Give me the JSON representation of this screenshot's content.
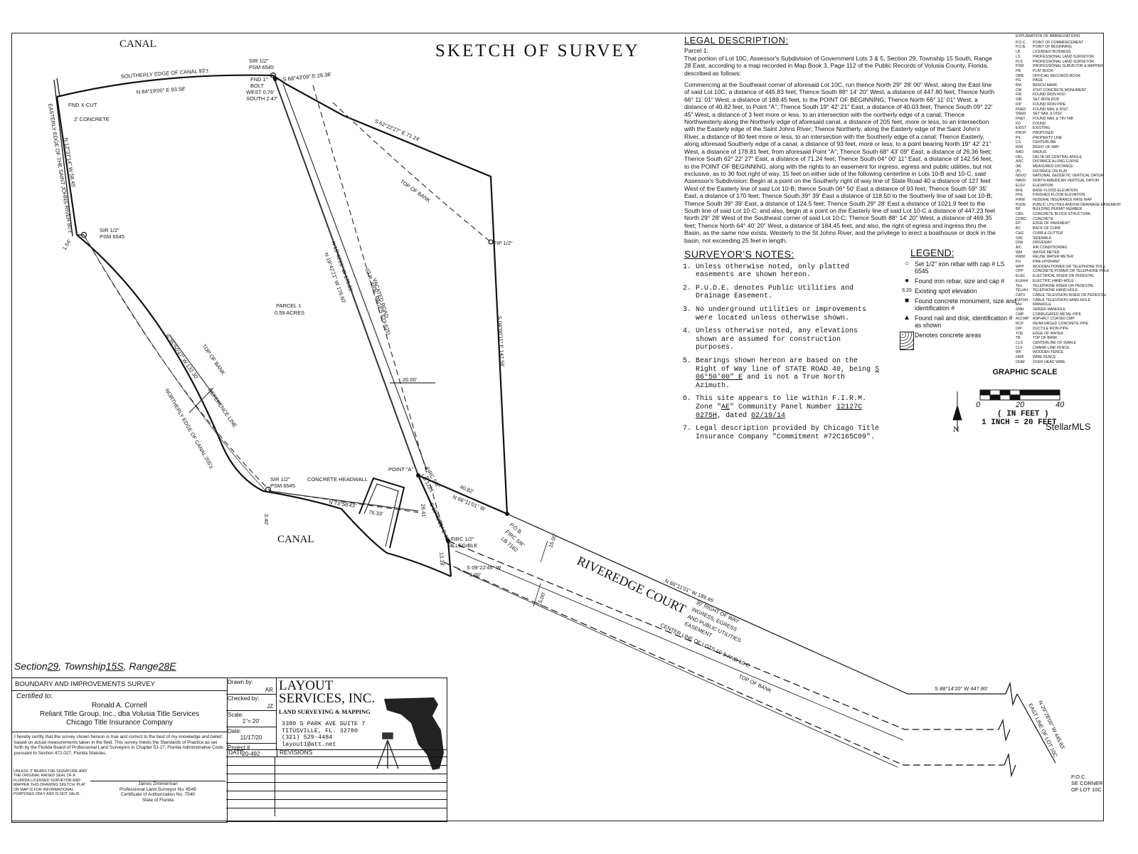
{
  "title": "SKETCH OF SURVEY",
  "legal": {
    "heading": "LEGAL DESCRIPTION:",
    "parcel": "Parcel 1:",
    "para1": "That portion of Lot 10C, Assessor's Subdivision of Government Lots 3 & 5, Section 29, Township 15 South, Range 28 East, according to a map recorded in Map Book 3, Page 112 of the Public Records of Volusia County, Florida, described as follows:",
    "para2": "Commencing at the Southeast corner of aforesaid Lot 10C, run thence North 29° 28' 00\" West, along the East line of said Lot 10C, a distance of 445.83 feet; Thence South 88° 14' 20\" West, a distance of 447.80 feet; Thence North 66° 11' 01\" West, a distance of 189.45 feet, to the POINT OF BEGINNING; Thence North 66° 11' 01\" West, a distance of 40.82 feet, to Point \"A\"; Thence South 19° 42' 21\" East, a distance of 40.03 feet; Thence South 09° 22' 45\" West, a distance of 3 feet more or less, to an intersection with the northerly edge of a canal; Thence Northwesterly along the Northerly edge of aforesaid canal, a distance of 205 feet, more or less, to an intersection with the Easterly edge of the Saint Johns River; Thence Northerly, along the Easterly edge of the Saint John's River, a distance of 80 feet more or less, to an intersection with the Southerly edge of a canal; Thence Easterly, along aforesaid Southerly edge of a canal, a distance of 93 feet, more or less, to a point bearing North 19° 42' 21\" West, a distance of 178.81 feet, from aforesaid Point \"A\"; Thence South 68° 43' 09\" East, a distance of 26.36 feet; Thence South 62° 22' 27\" East, a distance of 71.24 feet; Thence South 04° 00' 11\" East, a distance of 142.56 feet, to the POINT OF BEGINNING, along with the rights to an easement for ingress, egress and public utilities, but not exclusive, as to 30 foot right of way, 15 feet on either side of the following centerline in Lots 10-B and 10-C, said Assessor's Subdivision: Begin at a point on the Southerly right of way line of State Road 40 a distance of 127 feet West of the Easterly line of said Lot 10-B; thence South 06° 50' East a distance of 93 feet; Thence South 59° 35' East, a distance of 170 feet; Thence South 39° 39' East a distance of 118.50 to the Southerly line of said Lot 10-B; Thence South 39° 39' East, a distance of 124.5 feet; Thence South 29° 28' East a distance of 1021.9 feet to the South line of said Lot 10-C; and also, begin at a point on the Easterly line of said Lot 10-C a distance of 447.23 feet North 29° 28' West of the Southeast corner of said Lot 10-C; Thence South 88° 14' 20\" West, a distance of 469.35 feet; Thence North 64° 40' 20\" West, a distance of 184.45 feet, and also, the right of egress and ingress thru the Basin, as the same now exists, Westerly to the St Johns River, and the privilege to erect a boathouse or dock in the basin, not exceeding 25 feet in length."
  },
  "abbreviations": {
    "heading": "EXPLANATION OF ABBREVIATIONS",
    "items": [
      [
        "P.O.C.",
        "POINT OF COMMENCEMENT"
      ],
      [
        "P.O.B.",
        "POINT OF BEGINNING"
      ],
      [
        "LB",
        "LICENSED BUSINESS"
      ],
      [
        "LS",
        "PROFESSIONAL LAND SURVEYOR"
      ],
      [
        "PLS",
        "PROFESSIONAL LAND SURVEYOR"
      ],
      [
        "PSM",
        "PROFESSIONAL SURVEYOR & MAPPER"
      ],
      [
        "PB",
        "PLAT BOOK"
      ],
      [
        "ORB",
        "OFFICIAL RECORDS BOOK"
      ],
      [
        "PG",
        "PAGE"
      ],
      [
        "BM",
        "BENCH MARK"
      ],
      [
        "CM",
        "4\"X4\" CONCRETE MONUMENT"
      ],
      [
        "FIR",
        "FOUND IRON ROD"
      ],
      [
        "SIR",
        "SET IRON ROD"
      ],
      [
        "FIP",
        "FOUND IRON PIPE"
      ],
      [
        "FN&D",
        "FOUND NAIL & DISC"
      ],
      [
        "SN&D",
        "SET NAIL & DISC"
      ],
      [
        "FN&T",
        "FOUND NAIL & TIN TAB"
      ],
      [
        "FD",
        "FOUND"
      ],
      [
        "EXIST",
        "EXISTING"
      ],
      [
        "PROP",
        "PROPOSED"
      ],
      [
        "P/L",
        "PROPERTY LINE"
      ],
      [
        "C/L",
        "CENTERLINE"
      ],
      [
        "R/W",
        "RIGHT OF WAY"
      ],
      [
        "RAD",
        "RADIUS"
      ],
      [
        "DEL",
        "DELTA OR CENTRAL ANGLE"
      ],
      [
        "ARC",
        "DISTANCE ALONG CURVE"
      ],
      [
        "(M)",
        "MEASURED DISTANCE"
      ],
      [
        "(P)",
        "DISTANCE ON PLAT"
      ],
      [
        "NGVD",
        "NATIONAL GEODETIC VERTICAL DATUM"
      ],
      [
        "NAVD",
        "NORTH AMERICAN VERTICAL DATUM"
      ],
      [
        "ELEV",
        "ELEVATION"
      ],
      [
        "BFE",
        "BASE FLOOD ELEVATION"
      ],
      [
        "FFE",
        "FINISHED FLOOR ELEVATION"
      ],
      [
        "FIRM",
        "FEDERAL INSURANCE RATE MAP"
      ],
      [
        "PUDE",
        "PUBLIC UTILITIES AND/OR DRAINAGE EASEMENT"
      ],
      [
        "BP",
        "BUILDING PERMIT NUMBER"
      ],
      [
        "CBS",
        "CONCRETE BLOCK STRUCTURE"
      ],
      [
        "CONC",
        "CONCRETE"
      ],
      [
        "EP",
        "EDGE OF PAVEMENT"
      ],
      [
        "BC",
        "BACK OF CURB"
      ],
      [
        "C&G",
        "CURB & GUTTER"
      ],
      [
        "S/W",
        "SIDEWALK"
      ],
      [
        "D/W",
        "DRIVEWAY"
      ],
      [
        "A/C",
        "AIR CONDITIONING"
      ],
      [
        "WM",
        "WATER METER"
      ],
      [
        "RWM",
        "REUSE WATER METER"
      ],
      [
        "FH",
        "FIRE HYDRANT"
      ],
      [
        "WPP",
        "WOODEN POWER OR TELEPHONE POLE"
      ],
      [
        "CPP",
        "CONCRETE POWER OR TELEPHONE POLE"
      ],
      [
        "ELEC",
        "ELECTRICAL RISER OR PEDESTAL"
      ],
      [
        "ELEHH",
        "ELECTRIC HAND-HOLE"
      ],
      [
        "TEL",
        "TELEPHONE RISER OR PEDESTAL"
      ],
      [
        "TELHH",
        "TELEPHONE HAND-HOLE"
      ],
      [
        "CATV",
        "CABLE TELEVISION RISER OR PEDESTAL"
      ],
      [
        "CATHH",
        "CABLE TELEVISION HAND-HOLE"
      ],
      [
        "MH",
        "MANHOLE"
      ],
      [
        "SMH",
        "SEWER MANHOLE"
      ],
      [
        "CMP",
        "CORRUGATED METAL PIPE"
      ],
      [
        "ACCMP",
        "ASPHALT COATED CMP"
      ],
      [
        "RCP",
        "REINFORCED CONCRETE PIPE"
      ],
      [
        "DIP",
        "DUCTILE IRON PIPE"
      ],
      [
        "TOE",
        "EDGE OF WATER"
      ],
      [
        "TB",
        "TOP OF BANK"
      ],
      [
        "CLS",
        "CENTERLINE OF SWALE"
      ],
      [
        "CLF",
        "CHAINK LINK FENCE"
      ],
      [
        "WF",
        "WOODEN FENCE"
      ],
      [
        "HWF",
        "WIRE FENCE"
      ],
      [
        "OHW",
        "OVER HEAD WIRE"
      ]
    ]
  },
  "notes": {
    "heading": "SURVEYOR'S NOTES:",
    "n1": "Unless otherwise noted, only platted easements are shown hereon.",
    "n2": "P.U.D.E. denotes Public Utilities and Drainage Easement.",
    "n3": "No underground utilities or improvements were located unless otherwise shown.",
    "n4": "Unless otherwise noted, any elevations shown are assumed for construction purposes.",
    "n5a": "Bearings shown hereon are based on the Right of Way line of STATE ROAD 40, being",
    "n5b": "S 06°50'00\" E",
    "n5c": "and is not a True North Azimuth.",
    "n6a": "This site appears to lie within F.I.R.M. Zone \"",
    "n6zone": "AE",
    "n6b": "\" Community Panel Number",
    "n6panel": "12127C 0275H",
    "n6c": ", dated",
    "n6date": "02/19/14",
    "n7": "Legal description provided by Chicago Title Insurance Company \"Commitment #72C165C09\"."
  },
  "legend": {
    "heading": "LEGEND:",
    "l1": "Set 1/2\" iron rebar with cap # LS 6545",
    "l2": "Found iron rebar, size and cap #",
    "l3": "Existing spot elevation",
    "l3sym": "6.20",
    "l4": "Found concrete monument, size and identification #",
    "l5": "Found nail and disk, identification # as shown",
    "l6": "Denotes concrete areas"
  },
  "scale": {
    "heading": "GRAPHIC SCALE",
    "t0": "0",
    "t20": "20",
    "t40": "40",
    "unit": "( IN FEET )",
    "ratio": "1 INCH = 20 FEET",
    "north": "N"
  },
  "watermark": "StellarMLS",
  "section_line": {
    "section_label": "Section",
    "section": "29",
    "township_label": ", Township",
    "township": "15S",
    "range_label": ", Range",
    "range": "28E"
  },
  "titleblock": {
    "survey_type": "BOUNDARY AND IMPROVEMENTS SURVEY",
    "certified_to": "Certified to:",
    "cert1": "Ronald A. Cornell",
    "cert2": "Reliant Title Group, Inc., dba Volusia Title Services",
    "cert3": "Chicago Title Insurance Company",
    "drawn_by_label": "Drawn by:",
    "drawn_by": "AR",
    "checked_by_label": "Checked by:",
    "checked_by": "JZ",
    "scale_label": "Scale:",
    "scale": "1\"= 20'",
    "date_label": "Date:",
    "date": "11/17/20",
    "project_label": "Project #",
    "project": "20-492",
    "company1": "LAYOUT",
    "company2": "SERVICES, INC.",
    "company3": "LAND SURVEYING & MAPPING",
    "addr1": "3380 S PARK AVE SUITE 7",
    "addr2": "TITUSVILLE, FL. 32780",
    "phone": "(321) 529-4484",
    "email": "layout1@att.net",
    "date_col": "DATE",
    "revisions_col": "REVISIONS",
    "certify_text": "I hereby certify that the survey shown hereon is true and correct to the best of my knowledge and belief, based on actual measurements taken in the field. This survey meets the Standards of Practice as set forth by the Florida Board of Professional Land Surveyors in Chapter 5J-17, Florida Administrative Code, pursuant to Section 472.027, Florida Statutes.",
    "unless_text": "UNLESS IT BEARS THE SIGNATURE AND THE ORIGINAL RAISED SEAL OF A FLORIDA LICENSED SURVEYOR AND MAPPER THIS DRAWING SKETCH, PLAT OR MAP IS FOR INFORMATIONAL PURPOSES ONLY AND IS NOT VALID.",
    "surveyor_name": "James Zimmerman",
    "surveyor_lic": "Professional Land Surveyor No. 6545",
    "surveyor_cert": "Certificate of Authorization No. 7540",
    "surveyor_state": "State of Florida"
  },
  "plan": {
    "canal_top": "CANAL",
    "canal_bottom": "CANAL",
    "southerly_edge": "SOUTHERLY EDGE OF CANAL 93'±",
    "brg_top": "N 84°19'00\" E  93.58'",
    "sir_top": "SIR 1/2\"",
    "psm_top": "PSM 6545",
    "fnd_bolt1": "FND 1\"",
    "fnd_bolt2": "BOLT",
    "fnd_bolt3": "WEST 0.76'",
    "fnd_bolt4": "SOUTH 2.47'",
    "brg_26": "S 68°43'09\" E  26.36'",
    "brg_71": "S 62°22'27\" E  71.24'",
    "top_of_bank_1": "TOP OF BANK",
    "fip": "FIP 1/2\"",
    "brg_142": "S 04°00'11\" E  142.56'",
    "fnd_xcut": "FND X-CUT",
    "concrete2": "2' CONCRETE",
    "river_edge": "EASTERLY EDGE OF THE SAINT JOHNS RIVER 80'±",
    "brg_river": "N 12°37'14\" W  58.45'",
    "sir_left1": "SIR 1/2\"",
    "psm_left": "PSM 6545",
    "d154": "1.54'",
    "brg_178a": "N 19°42'21\" W  178.81'",
    "brg_178b": "N 19°42'21\" W  176.60'",
    "vacated1": "VACATED ROAD",
    "vacated2": "(O.R. 4606, PAGES 623-625)",
    "parcel": "PARCEL 1",
    "acres": "0.59 ACRES",
    "d20": "20.00'",
    "brg_132": "N 35°50'47\" W  132.30'",
    "top_of_bank_2": "TOP OF BANK",
    "ref_line": "REFERENCE LINE",
    "northerly_edge": "NORTHERLY EDGE OF CANAL 205'±",
    "sir_bot1": "SIR 1/2\"",
    "psm_bot": "PSM 6545",
    "d340": "3.40'",
    "concrete_headwall": "CONCRETE HEADWALL",
    "brg_76": "N 73°58'43\"",
    "d76": "76.33'",
    "point_a": "POINT \"A\"",
    "firc_1221a": "FIRC 5/8\"",
    "firc_1221b": "LB 1221",
    "brg_40a": "40.82'",
    "brg_40b": "N 66°11'01\" W",
    "brg_4003": "S 19°42'21\" E  40.03'",
    "d2841": "28.41'",
    "firc_ill1": "FIRC 1/2\"",
    "firc_ill2": "ILLEGIBLE",
    "d1318": "13.18'",
    "brg_09": "S 09°22'45\" W",
    "d300": "3.00'",
    "pob1": "P.O.B.",
    "pob2": "FIRC 5/8\"",
    "pob3": "LB 7182",
    "d15a": "15.00'",
    "d15b": "15.00'",
    "riveredge": "RIVEREDGE COURT",
    "brg_189": "N 66°11'01\" W  189.45'",
    "row1": "30' RIGHT OF WAY",
    "row2": "INGRESS, EGRESS",
    "row3": "AND PUBLIC UTILITIES",
    "row4": "EASEMENT",
    "centerline": "CENTER LINE OF LOTS 10-B AND 10-C",
    "top_of_bank_3": "TOP OF BANK",
    "brg_447": "S 88°14'20\" W  447.80'",
    "brg_445": "N 29°28'00\" W  445.83'",
    "eastline": "EAST LINE OF LOT 10C",
    "poc1": "P.O.C.",
    "poc2": "SE CORNER",
    "poc3": "OF LOT 10C"
  }
}
